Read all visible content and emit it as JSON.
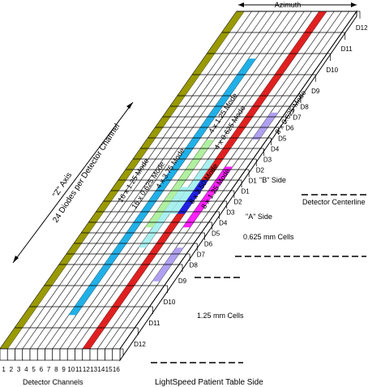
{
  "labels": {
    "azimuth": "Azimuth",
    "z_axis_line1": "\"Z\" Axis",
    "z_axis_line2": "24 Diodes per Detector Channel",
    "b_side": "\"B\" Side",
    "a_side": "\"A\" Side",
    "detector_centerline": "Detector Centerline",
    "cells_0625": "0.625 mm Cells",
    "cells_125": "1.25 mm Cells",
    "detector_channels": "Detector Channels",
    "table_side": "LightSpeed Patient Table Side"
  },
  "modes": [
    "16 x 1.25 Mode",
    "16 x 0.625 Mode",
    "4 x 3.75 Mode",
    "4 x 1.25 Mode",
    "4 x 0.625 Mode",
    "8 x 2.50 Mode",
    "8 x 1.25 Mode",
    "8 x 0.625 Mode"
  ],
  "rows_b": [
    "D12",
    "D11",
    "D10",
    "D9",
    "D8",
    "D7",
    "D6",
    "D5",
    "D4",
    "D3",
    "D2",
    "D1"
  ],
  "rows_a": [
    "D1",
    "D2",
    "D3",
    "D4",
    "D5",
    "D6",
    "D7",
    "D8",
    "D9",
    "D10",
    "D11",
    "D12"
  ],
  "channels": [
    "1",
    "2",
    "3",
    "4",
    "5",
    "6",
    "7",
    "8",
    "9",
    "10",
    "11",
    "12",
    "13",
    "14",
    "15",
    "16"
  ],
  "colors": {
    "olive": "#999900",
    "red": "#e02020",
    "cyan": "#20b0e8",
    "light_cyan": "#a8f0f0",
    "light_green": "#b0f0a0",
    "blue": "#2020e0",
    "magenta": "#ff20ff",
    "lavender": "#b0a0f0"
  }
}
